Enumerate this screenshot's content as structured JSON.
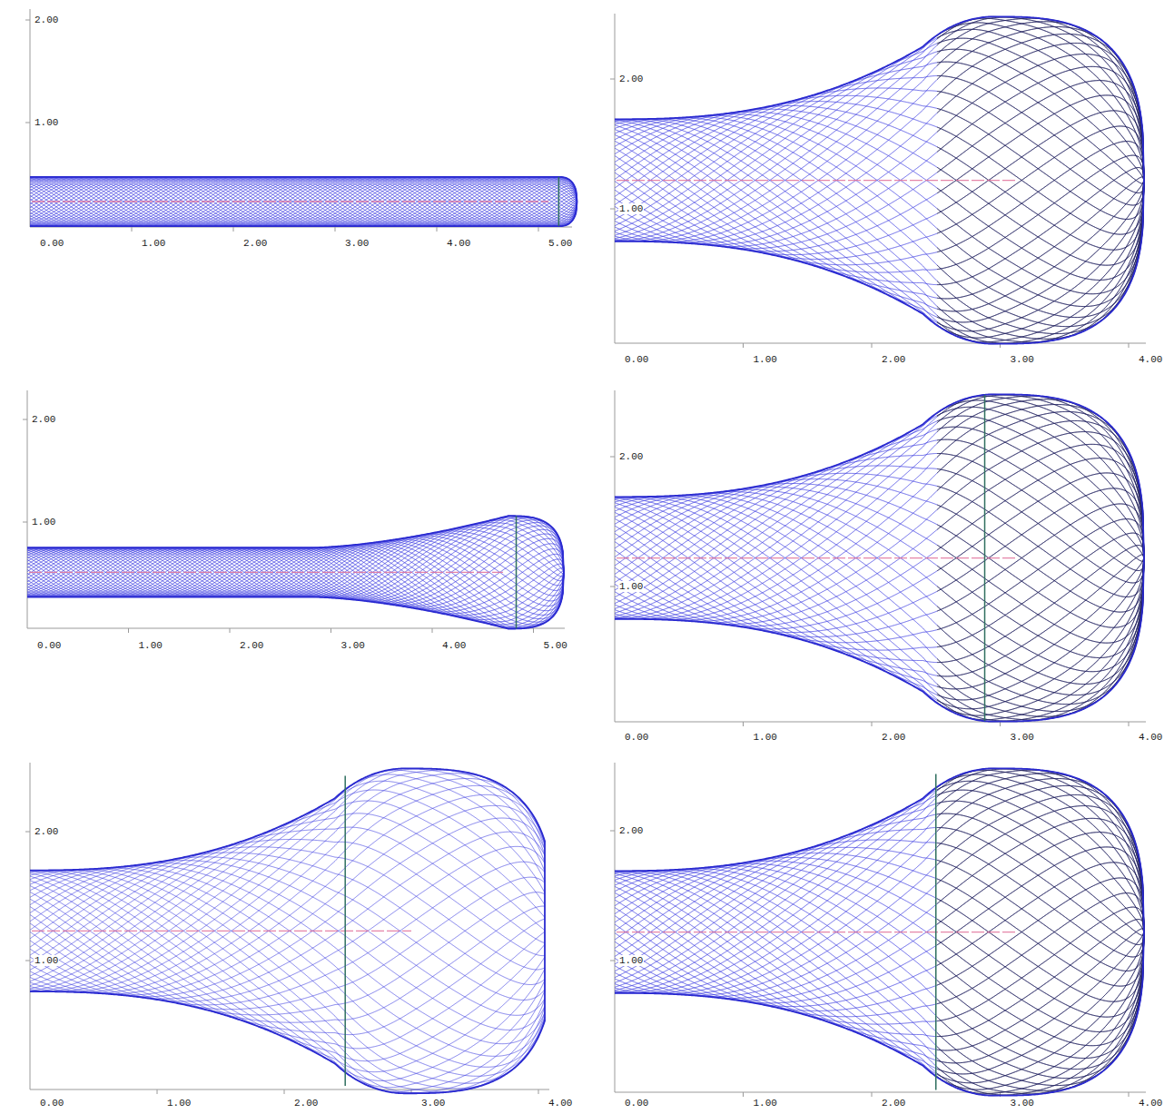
{
  "diagram": {
    "labels": [
      "2.00",
      "1.00",
      "0.00",
      "1.00",
      "2.00",
      "3.00",
      "4.00",
      "5.00",
      "2.00",
      "1.00",
      "0.00",
      "1.00",
      "2.00",
      "3.00",
      "4.00",
      "2.00",
      "1.00",
      "0.00",
      "1.00",
      "2.00",
      "3.00",
      "4.00",
      "5.00",
      "2.00",
      "1.00",
      "0.00",
      "1.00",
      "2.00",
      "3.00",
      "4.00",
      "2.00",
      "1.00",
      "0.00",
      "1.00",
      "2.00",
      "3.00",
      "4.00",
      "2.00",
      "1.00",
      "0.00",
      "1.00",
      "2.00",
      "3.00",
      "4.00"
    ]
  }
}
